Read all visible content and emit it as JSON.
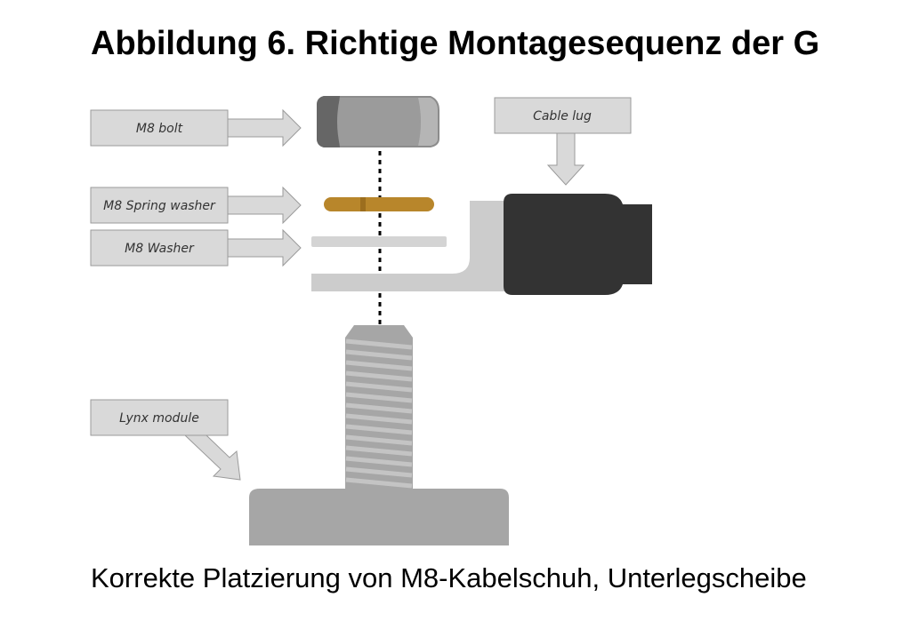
{
  "figure": {
    "title": "Abbildung 6. Richtige Montagesequenz der G",
    "caption": "Korrekte Platzierung von M8-Kabelschuh, Unterlegscheibe"
  },
  "labels": {
    "bolt": "M8 bolt",
    "cable_lug": "Cable lug",
    "spring_washer": "M8 Spring washer",
    "washer": "M8 Washer",
    "lynx_module": "Lynx module"
  },
  "colors": {
    "label_fill": "#d9d9d9",
    "label_stroke": "#9a9a9a",
    "bolt_head": "#8c8c8c",
    "spring_washer": "#b8862b",
    "washer": "#d4d4d4",
    "cable_lug_body": "#cccccc",
    "cable_lug_sleeve": "#333333",
    "threaded_stud": "#a6a6a6",
    "module_base": "#a6a6a6",
    "axis_line": "#000000"
  }
}
